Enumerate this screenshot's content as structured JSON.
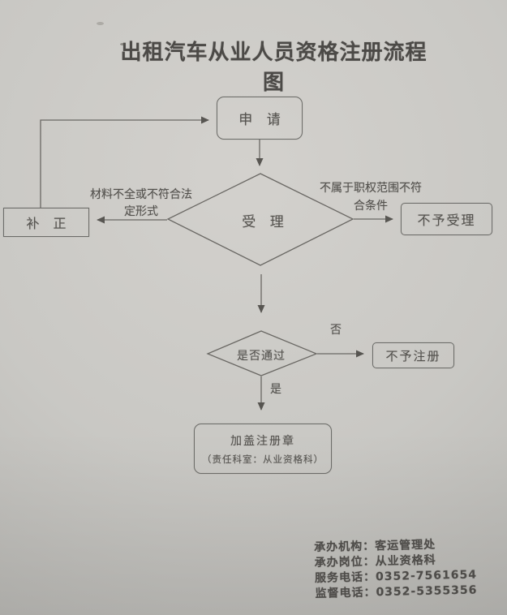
{
  "title": "出租汽车从业人员资格注册流程图",
  "nodes": {
    "apply": "申 请",
    "accept": "受 理",
    "correction": "补 正",
    "not_accept": "不予受理",
    "pass_check": "是否通过",
    "not_register": "不予注册",
    "stamp_title": "加盖注册章",
    "stamp_note": "（责任科室：从业资格科）"
  },
  "edge_labels": {
    "left_reason_line1": "材料不全或不符合法",
    "left_reason_line2": "定形式",
    "right_reason_line1": "不属于职权范围不符",
    "right_reason_line2": "合条件",
    "no": "否",
    "yes": "是"
  },
  "footer": {
    "agency": "承办机构：客运管理处",
    "post": "承办岗位：从业资格科",
    "service_phone": "服务电话：0352-7561654",
    "supervision_phone": "监督电话：0352-5355356"
  },
  "colors": {
    "paper": "#cbc9c5",
    "ink": "#54524e",
    "line": "#62625e"
  }
}
